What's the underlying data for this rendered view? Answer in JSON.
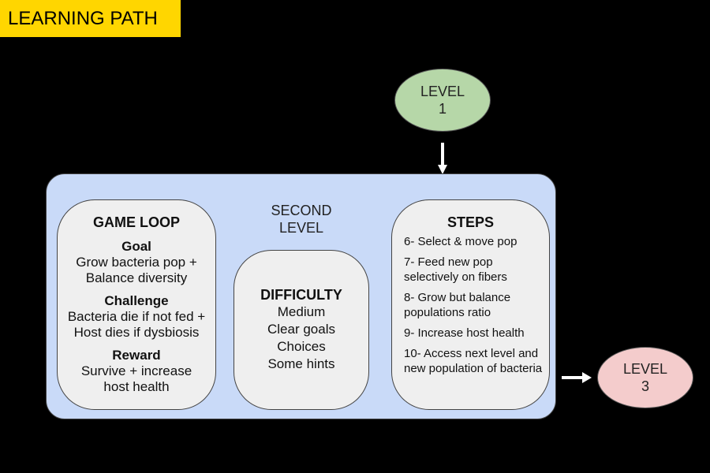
{
  "header": {
    "title": "LEARNING PATH"
  },
  "level1": {
    "line1": "LEVEL",
    "line2": "1"
  },
  "level3": {
    "line1": "LEVEL",
    "line2": "3"
  },
  "panel": {
    "heading_line1": "SECOND",
    "heading_line2": "LEVEL"
  },
  "game_loop": {
    "title": "GAME LOOP",
    "sections": [
      {
        "head": "Goal",
        "lines": [
          "Grow bacteria pop +",
          "Balance diversity"
        ]
      },
      {
        "head": "Challenge",
        "lines": [
          "Bacteria die if not fed +",
          "Host dies if dysbiosis"
        ]
      },
      {
        "head": "Reward",
        "lines": [
          "Survive + increase",
          "host health"
        ]
      }
    ]
  },
  "difficulty": {
    "title": "DIFFICULTY",
    "items": [
      "Medium",
      "Clear goals",
      "Choices",
      "Some hints"
    ]
  },
  "steps": {
    "title": "STEPS",
    "items": [
      "6- Select & move pop",
      "7- Feed new pop selectively on fibers",
      "8- Grow but balance populations ratio",
      "9- Increase host health",
      "10- Access next level and new population of bacteria"
    ]
  },
  "colors": {
    "title_bg": "#ffd600",
    "level1_fill": "#b6d7a8",
    "level3_fill": "#f4cccc",
    "panel_fill": "#c9daf8",
    "card_fill": "#efefef",
    "arrow": "#ffffff"
  }
}
